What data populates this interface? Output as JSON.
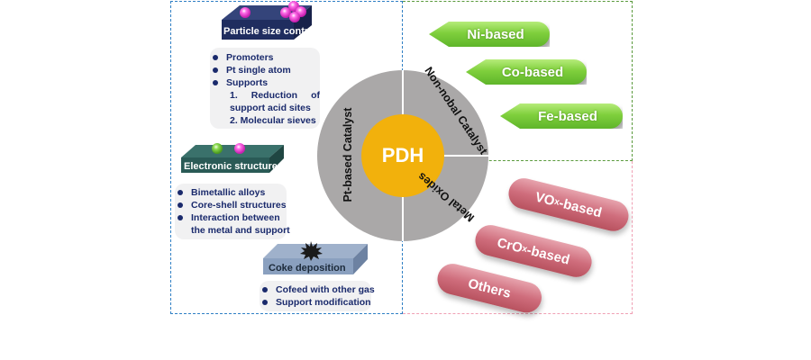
{
  "center": {
    "label": "PDH",
    "color": "#f2b10c"
  },
  "ring": {
    "color": "#aaa8a8",
    "segments": [
      {
        "label": "Pt-based Catalyst"
      },
      {
        "label": "Non-nobal Catalyst"
      },
      {
        "label": "Metal Oxides"
      }
    ]
  },
  "pt_based": {
    "border_color": "#2f7fc4",
    "sections": [
      {
        "title": "Particle size control",
        "slab_color": "#1f2d5f",
        "items": [
          "Promoters",
          "Pt single atom",
          "Supports"
        ],
        "sub_items": [
          "1.",
          "Reduction",
          "of",
          "support acid sites",
          "2. Molecular sieves"
        ]
      },
      {
        "title": "Electronic structure",
        "slab_color": "#2a5a56",
        "items": [
          "Bimetallic alloys",
          "Core-shell structures",
          "Interaction between",
          "the metal and support"
        ]
      },
      {
        "title": "Coke deposition",
        "slab_color": "#8aa0bf",
        "items": [
          "Cofeed with other gas",
          "Support modification"
        ]
      }
    ]
  },
  "non_noble": {
    "border_color": "#5a9a3c",
    "tag_color": "#7fcf3c",
    "tags": [
      "Ni-based",
      "Co-based",
      "Fe-based"
    ]
  },
  "metal_oxides": {
    "border_color": "#f0a0b4",
    "pill_color": "#cf6d7c",
    "pills": [
      {
        "base": "VO",
        "sub": "x",
        "suffix": "-based"
      },
      {
        "base": "CrO",
        "sub": "x",
        "suffix": "-based"
      },
      {
        "base": "Others",
        "sub": "",
        "suffix": ""
      }
    ]
  }
}
